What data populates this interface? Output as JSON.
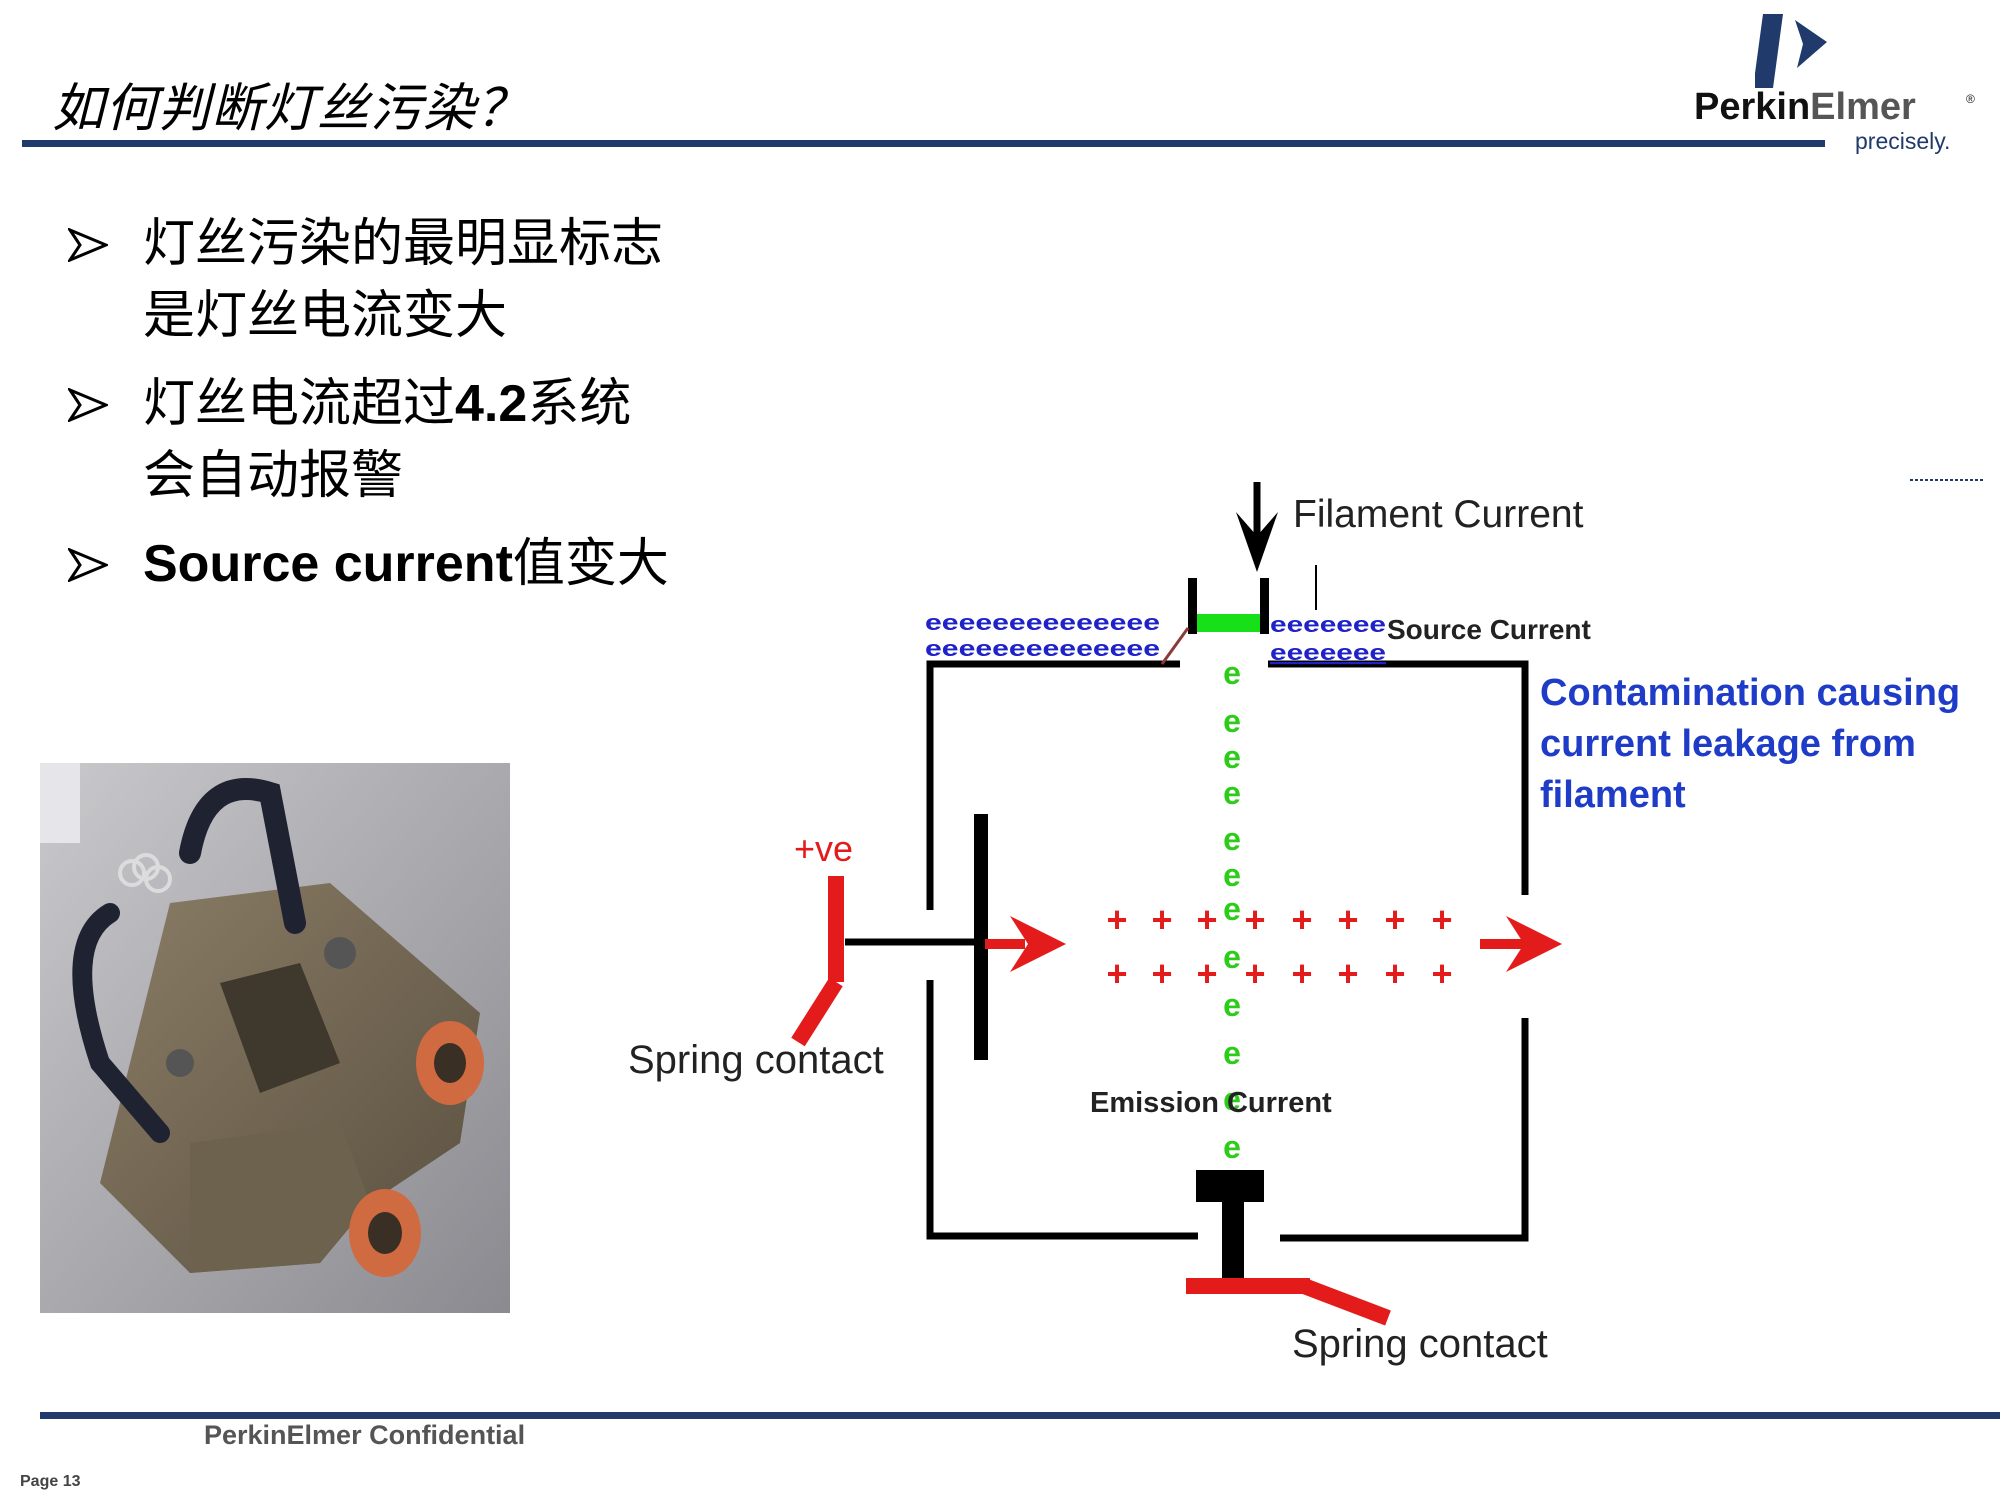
{
  "slide": {
    "title": "如何判断灯丝污染？",
    "bullets": [
      {
        "line1": "灯丝污染的最明显标志",
        "line2": "是灯丝电流变大"
      },
      {
        "line1_cjk1": "灯丝电流超过",
        "line1_num": "4.2",
        "line1_cjk2": "系统",
        "line2": "会自动报警"
      },
      {
        "line1_en": "Source current",
        "line1_cjk": "值变大"
      }
    ]
  },
  "logo": {
    "word_perkin": "Perkin",
    "word_elmer": "Elmer",
    "registered": "®",
    "tagline": "precisely."
  },
  "diagram": {
    "filament_current_label": "Filament Current",
    "source_current_label": "Source Current",
    "contamination_label": [
      "Contamination causing",
      "current leakage from",
      "filament"
    ],
    "positive_label": "+ve",
    "spring_contact_left": "Spring contact",
    "emission_current_label": "Emission Current",
    "spring_contact_bottom": "Spring contact",
    "electron_glyph": "e",
    "ion_glyph": "+",
    "electron_row_left": "eeeeeeeeeeeeee",
    "electron_row_right_top": "eeeeeee",
    "electron_row_right_bottom": "eeeeeee",
    "colors": {
      "electron_blue": "#1e22c8",
      "electron_green": "#2ecc1a",
      "ion_red": "#e31b1b",
      "wire_black": "#000000",
      "filament_green": "#18e018",
      "brand_navy": "#1f3a6b",
      "annotation_blue": "#1e3cc8"
    }
  },
  "footer": {
    "confidential": "PerkinElmer Confidential",
    "page": "Page 13"
  }
}
